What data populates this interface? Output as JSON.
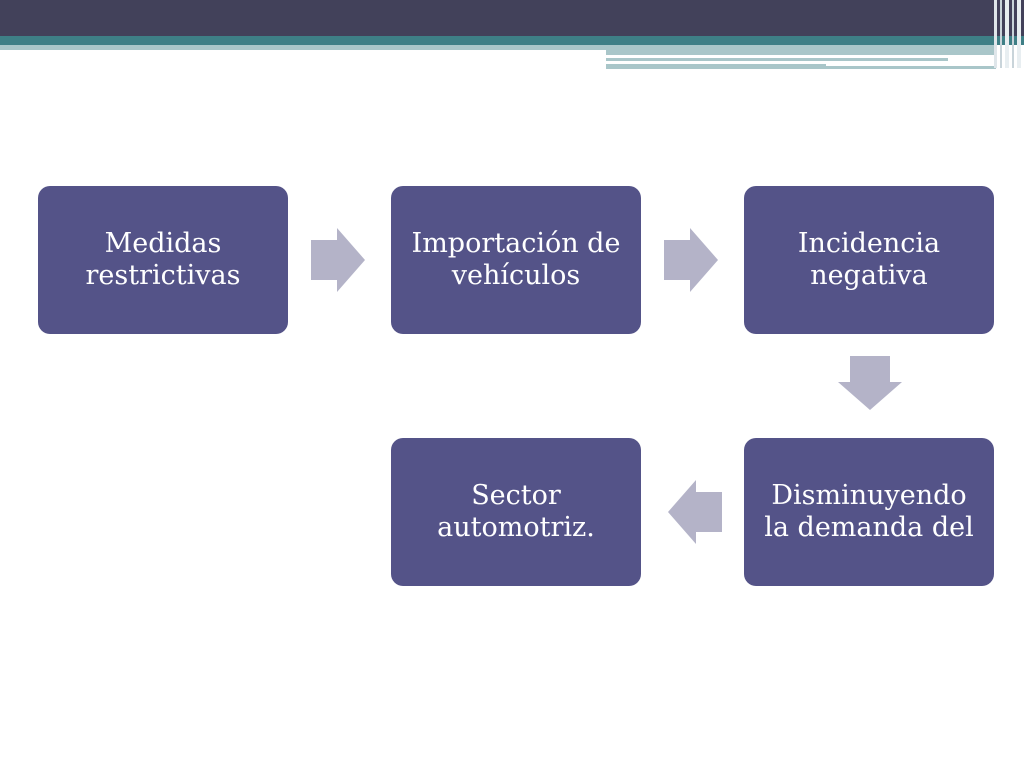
{
  "colors": {
    "node_fill": "#545388",
    "arrow_fill": "#b4b3c8",
    "header_dark": "#42415a",
    "header_teal": "#3e7f86",
    "header_light": "#a9c6c9"
  },
  "diagram": {
    "nodes": [
      {
        "id": "medidas",
        "text": "Medidas\nrestrictivas"
      },
      {
        "id": "importacion",
        "text": "Importación de\nvehículos"
      },
      {
        "id": "incidencia",
        "text": "Incidencia\nnegativa"
      },
      {
        "id": "disminuyendo",
        "text": "Disminuyendo\nla demanda del"
      },
      {
        "id": "sector",
        "text": "Sector\nautomotriz."
      }
    ],
    "edges": [
      {
        "from": "medidas",
        "to": "importacion",
        "direction": "right"
      },
      {
        "from": "importacion",
        "to": "incidencia",
        "direction": "right"
      },
      {
        "from": "incidencia",
        "to": "disminuyendo",
        "direction": "down"
      },
      {
        "from": "disminuyendo",
        "to": "sector",
        "direction": "left"
      }
    ]
  }
}
